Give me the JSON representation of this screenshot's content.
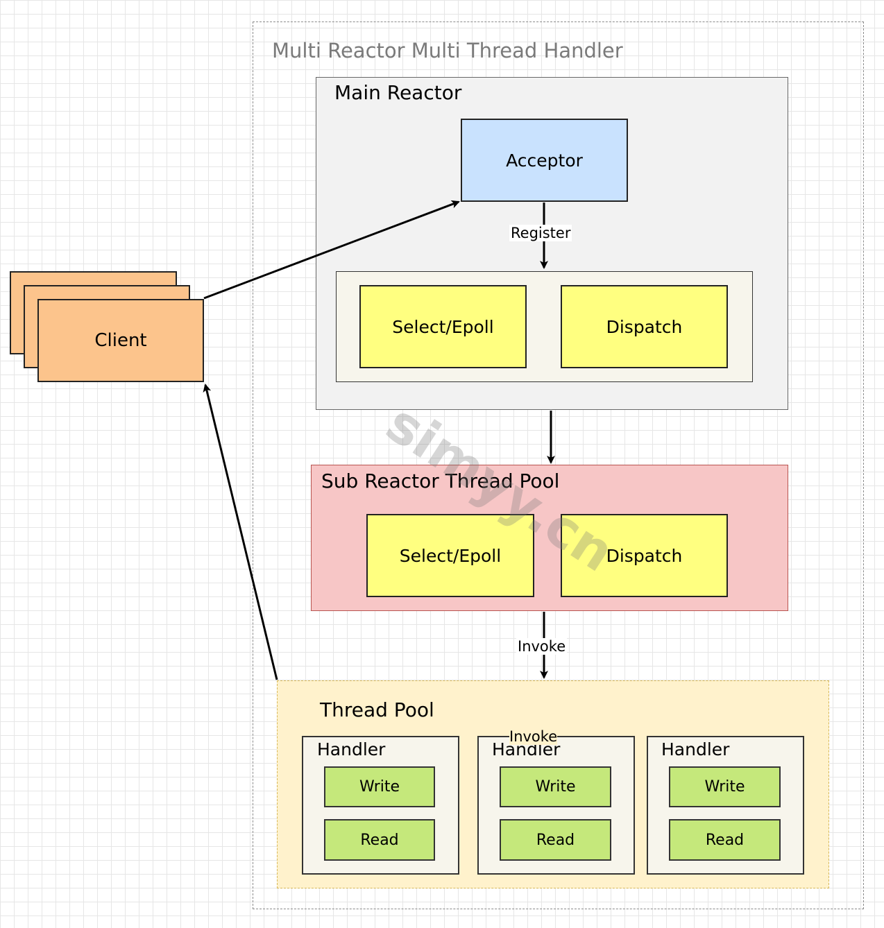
{
  "diagram": {
    "outer_title": "Multi Reactor Multi Thread Handler",
    "main_reactor": {
      "title": "Main Reactor",
      "acceptor": "Acceptor",
      "register_label": "Register",
      "select_epoll": "Select/Epoll",
      "dispatch": "Dispatch"
    },
    "sub_reactor": {
      "title": "Sub Reactor Thread Pool",
      "select_epoll": "Select/Epoll",
      "dispatch": "Dispatch"
    },
    "invoke_label": "Invoke",
    "thread_pool": {
      "title": "Thread Pool",
      "invoke_overlay": "Invoke",
      "handlers": [
        {
          "title": "Handler",
          "write": "Write",
          "read": "Read"
        },
        {
          "title": "Handler",
          "write": "Write",
          "read": "Read"
        },
        {
          "title": "Handler",
          "write": "Write",
          "read": "Read"
        }
      ]
    },
    "client": "Client",
    "watermark": "simyy.cn"
  },
  "colors": {
    "acceptor": "#c9e2fe",
    "selector": "#ffff80",
    "client": "#fcc48c",
    "sub_reactor": "#f7c6c6",
    "thread_pool": "#fff2cc",
    "read_write": "#c5e87b"
  }
}
